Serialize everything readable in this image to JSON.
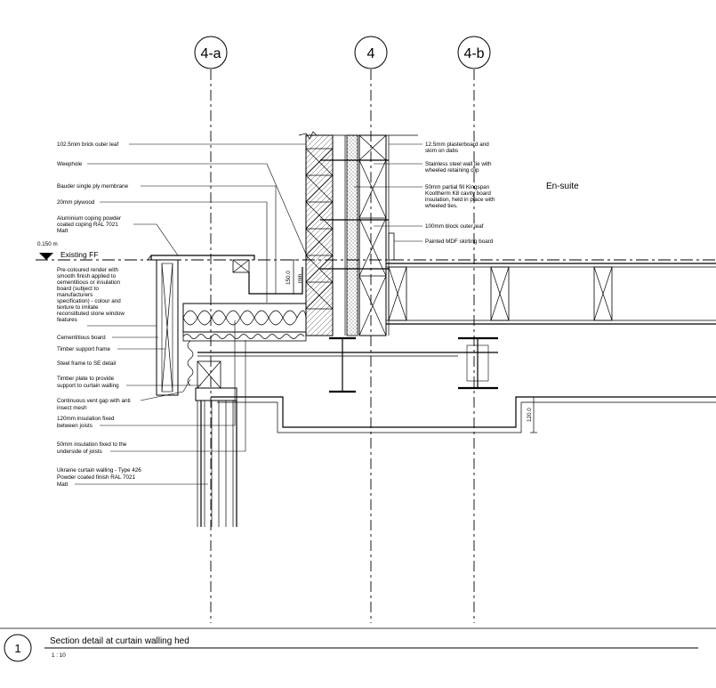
{
  "grid": {
    "left": "4-a",
    "center": "4",
    "right": "4-b"
  },
  "room_label": "En-suite",
  "level": {
    "value": "0.150 m",
    "name": "Existing FF"
  },
  "left_notes": [
    "102.5mm brick outer leaf",
    "Weephole",
    "Bauder single ply membrane",
    "20mm plywood",
    [
      "Aluminium coping powder",
      "coated coping RAL 7021",
      "Matt"
    ],
    [
      "Pre-coloured render with",
      "smooth finish applied to",
      "cementitious or insulation",
      "board (subject to",
      "manufacturers",
      "specification) - colour and",
      "texture to imitate",
      "reconstituted stone window",
      "features"
    ],
    "Cementitious board",
    "Timber support frame",
    "Steel frame to SE detail",
    [
      "Timber plate to provide",
      "support to curtain walling"
    ],
    [
      "Continuous vent gap with anti",
      "insect mesh"
    ],
    [
      "120mm insulation fixed",
      "between joists"
    ],
    [
      "50mm insulation fixed to the",
      "underside of joists"
    ],
    [
      "Ukraine curtain walling - Type 426",
      "Powder coated finish RAL 7021",
      "Matt"
    ]
  ],
  "right_notes": [
    [
      "12.5mm plasterboard and",
      "skim on dabs"
    ],
    [
      "Stainless steel wall tie with",
      "wheeled retaining clip"
    ],
    [
      "50mm partial fill Kingspan",
      "Kooltherm K8 cavity board",
      "insulation, held in place with",
      "wheeled ties."
    ],
    "100mm block outer leaf",
    "Painted MDF skirting board"
  ],
  "dimensions": {
    "upstand": "150.0",
    "upstand_unit": "min",
    "step": "120.0"
  },
  "title_block": {
    "number": "1",
    "title": "Section detail at curtain walling hed",
    "scale": "1 : 10"
  }
}
